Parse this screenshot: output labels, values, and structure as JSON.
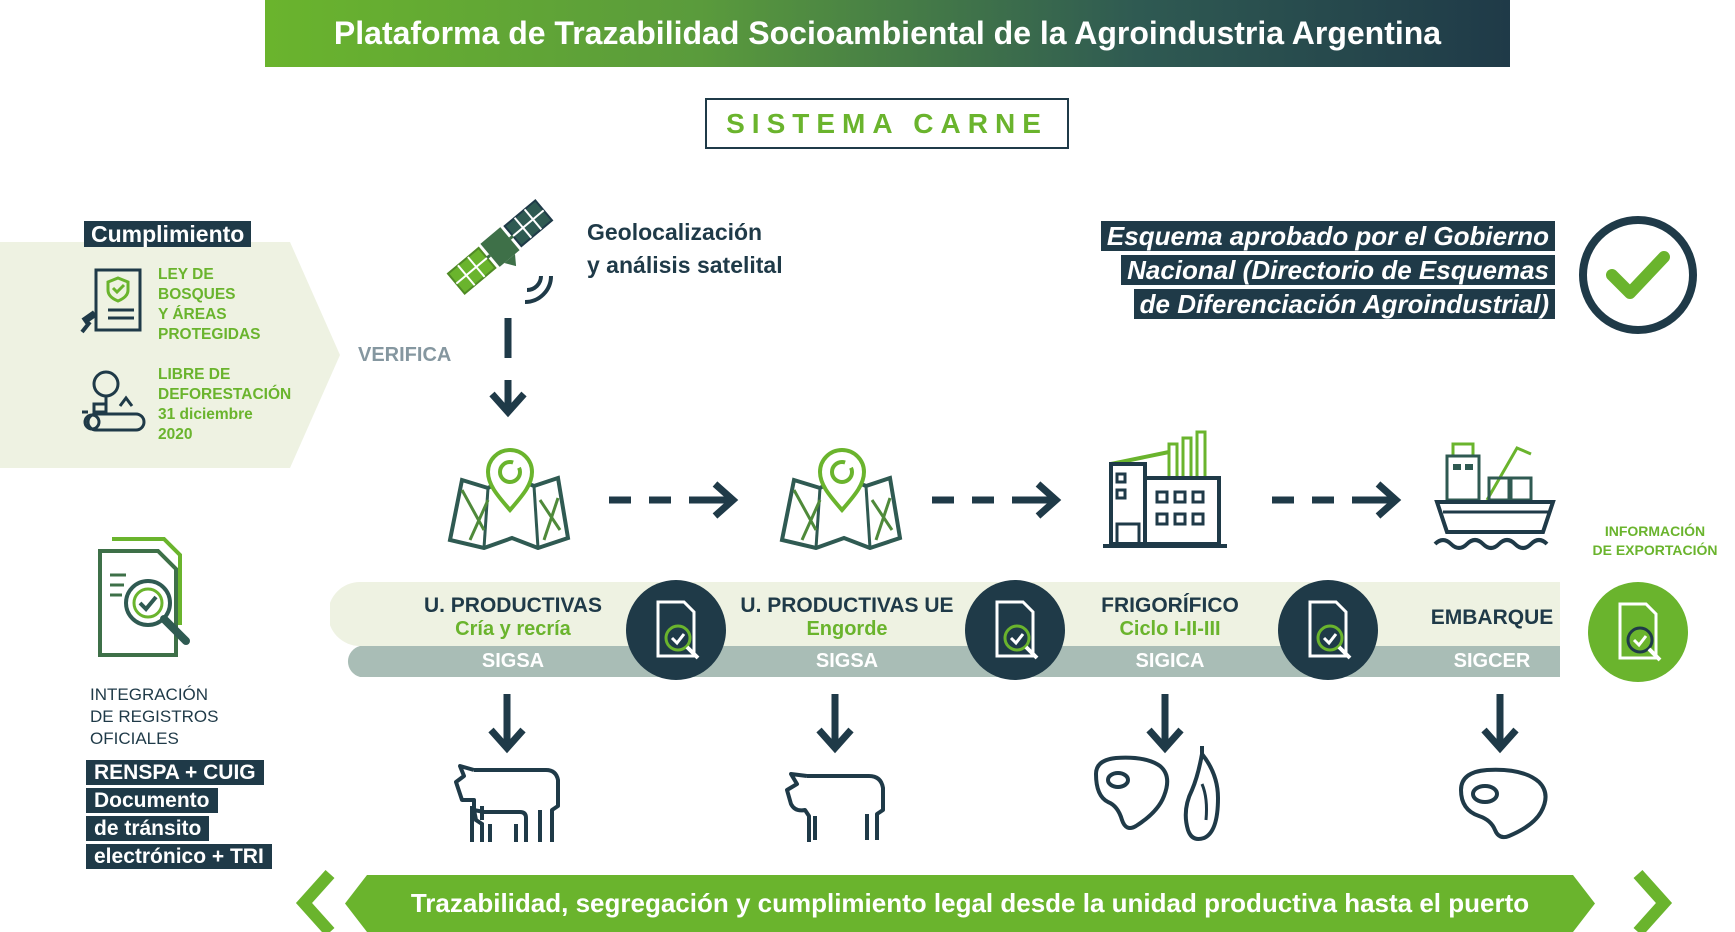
{
  "title": "Plataforma de Trazabilidad Socioambiental de la Agroindustria Argentina",
  "subtitle": "SISTEMA CARNE",
  "compliance": {
    "heading": "Cumplimiento",
    "items": [
      {
        "label": "LEY DE BOSQUES Y ÁREAS PROTEGIDAS",
        "lines": [
          "LEY DE",
          "BOSQUES",
          "Y ÁREAS",
          "PROTEGIDAS"
        ],
        "icon": "law-document-icon"
      },
      {
        "label": "LIBRE DE DEFORESTACIÓN 31 diciembre 2020",
        "lines": [
          "LIBRE DE",
          "DEFORESTACIÓN",
          "31 diciembre",
          "2020"
        ],
        "icon": "deforestation-icon"
      }
    ]
  },
  "verifica_label": "VERIFICA",
  "geolocation": {
    "lines": [
      "Geolocalización",
      "y análisis satelital"
    ],
    "icon": "satellite-icon"
  },
  "government": {
    "lines": [
      "Esquema aprobado por el Gobierno",
      "Nacional (Directorio de Esquemas",
      "de Diferenciación Agroindustrial)"
    ],
    "icon": "check-circle-icon"
  },
  "stages": [
    {
      "name": "U. PRODUCTIVAS",
      "sub": "Cría y recría",
      "system": "SIGSA",
      "icon": "map-pin-icon",
      "product_icon": "cow-calf-icon"
    },
    {
      "name": "U. PRODUCTIVAS UE",
      "sub": "Engorde",
      "system": "SIGSA",
      "icon": "map-pin-icon",
      "product_icon": "cow-icon"
    },
    {
      "name": "FRIGORÍFICO",
      "sub": "Ciclo I-II-III",
      "system": "SIGICA",
      "icon": "factory-icon",
      "product_icon": "meat-cuts-icon"
    },
    {
      "name": "EMBARQUE",
      "sub": "",
      "system": "SIGCER",
      "icon": "ship-icon",
      "product_icon": "steak-icon"
    }
  ],
  "export_info": [
    "INFORMACIÓN",
    "DE EXPORTACIÓN"
  ],
  "integration": {
    "lines": [
      "INTEGRACIÓN",
      "DE REGISTROS",
      "OFICIALES"
    ],
    "registries": [
      "RENSPA + CUIG",
      "Documento",
      "de tránsito",
      "electrónico + TRI"
    ],
    "icon": "document-search-icon"
  },
  "bottom_banner": "Trazabilidad, segregación y cumplimiento legal desde la unidad productiva hasta el puerto",
  "colors": {
    "green": "#6ab42d",
    "navy": "#1f3a48",
    "light_green_bg": "#eef2e2",
    "band_gray": "#a9bdb6",
    "band_light": "#eef2e2",
    "gray_text": "#8597a0"
  }
}
